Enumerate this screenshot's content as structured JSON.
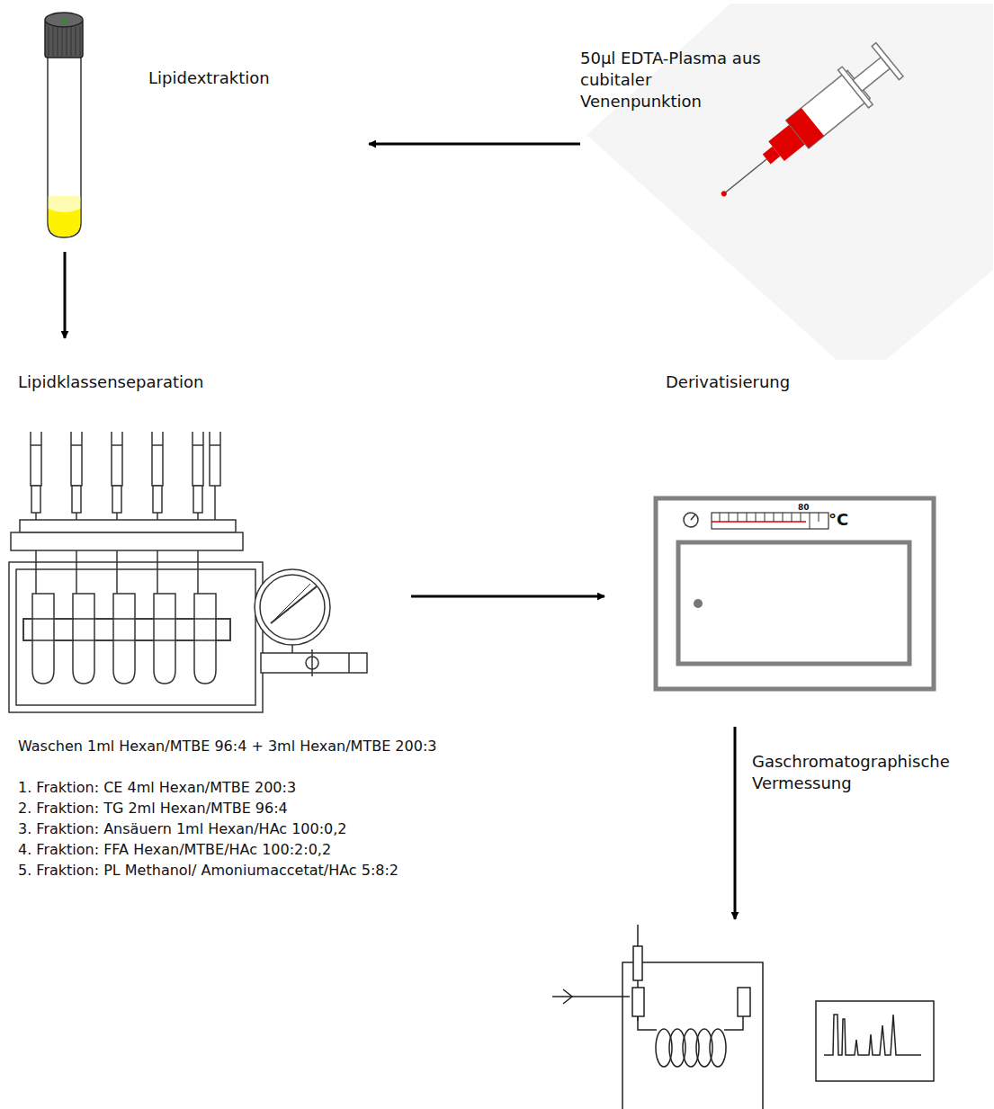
{
  "diagram": {
    "nodes": [
      {
        "text": [
          "50µl EDTA-Plasma aus cubitaler Venenpunktion"
        ]
      },
      {
        "text": [
          "Lipidextraktion"
        ]
      },
      {
        "text": [
          "Lipidklassenseparation"
        ]
      },
      {
        "text": [
          "Derivatisierung"
        ]
      },
      {
        "text": [
          "Gaschromatographische Vermessung"
        ]
      }
    ],
    "edges": [
      {
        "from": 0,
        "to": 1,
        "arrow": "to"
      },
      {
        "from": 1,
        "to": 2,
        "arrow": "to"
      },
      {
        "from": 2,
        "to": 3,
        "arrow": "to"
      },
      {
        "from": 3,
        "to": 4,
        "arrow": "to"
      }
    ],
    "labels": [
      "Waschen 1ml Hexan/MTBE 96:4 + 3ml Hexan/MTBE 200:3",
      "1. Fraktion: CE 4ml Hexan/MTBE 200:3",
      "2. Fraktion: TG 2ml Hexan/MTBE 96:4",
      "3. Fraktion: Ansäuern 1ml Hexan/HAc 100:0,2",
      "4. Fraktion: FFA Hexan/MTBE/HAc 100:2:0,2",
      "5. Fraktion: PL Methanol/ Amoniumaccetat/HAc 5:8:2",
      "80",
      "°C"
    ]
  }
}
